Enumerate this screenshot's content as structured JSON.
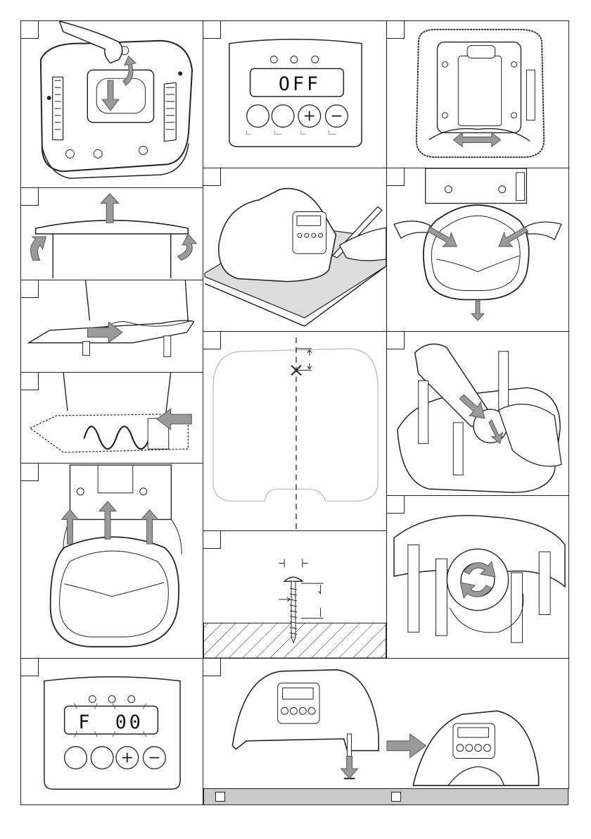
{
  "displays": {
    "panel_2_lcd": "OFF",
    "panel_11_lcd_left": "F",
    "panel_11_lcd_right": "00"
  },
  "control_buttons": {
    "plus": "+",
    "minus": "−"
  },
  "colors": {
    "arrow_fill": "#9a9a9a",
    "arrow_stroke": "#555555",
    "line": "#222222",
    "footer_bar": "#c9c9c9",
    "work_surface": "#dddddd"
  },
  "icons": [
    "hand-icon",
    "arrow-icon",
    "screw-icon",
    "pencil-icon",
    "rotate-arrow-icon",
    "dimension-arrow-icon"
  ]
}
